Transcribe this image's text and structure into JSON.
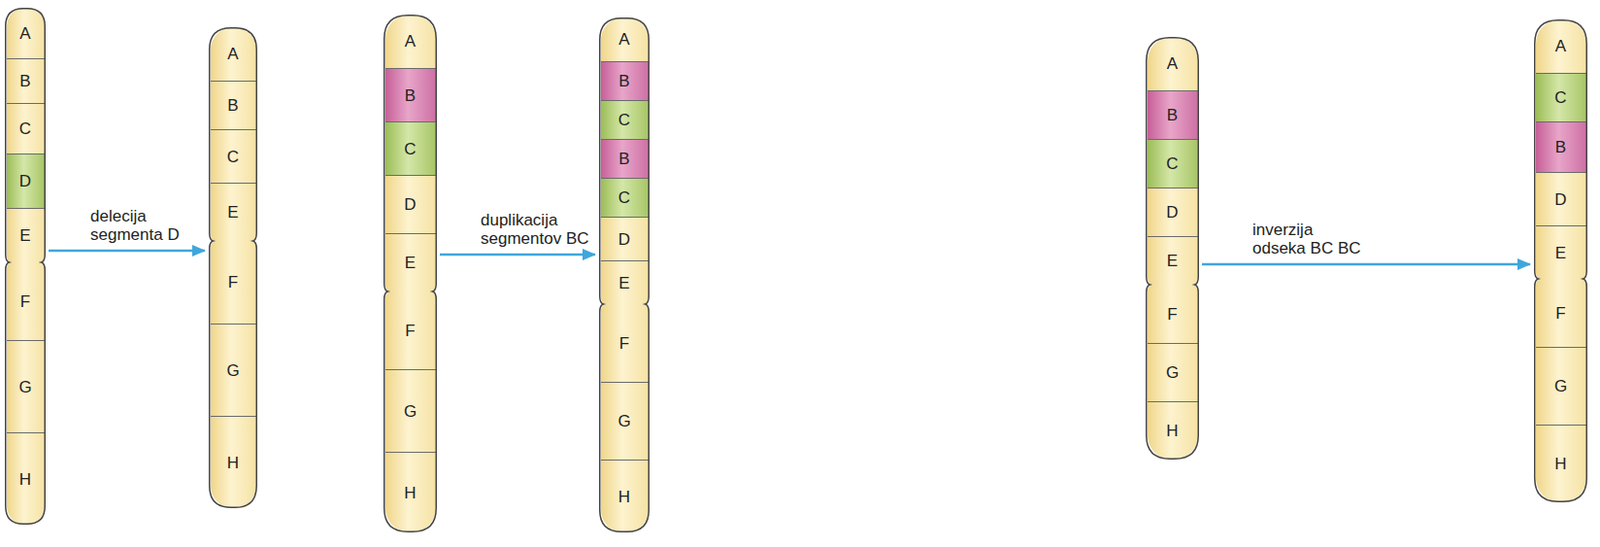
{
  "diagram": {
    "nodes": [
      {
        "text": []
      },
      {
        "text": [
          "A"
        ],
        "in": 0
      },
      {
        "text": [
          "B"
        ],
        "in": 0
      },
      {
        "text": [
          "C"
        ],
        "in": 0
      },
      {
        "text": [
          "D"
        ],
        "in": 0
      },
      {
        "text": [
          "E"
        ],
        "in": 0
      },
      {
        "text": [
          "F"
        ],
        "in": 0
      },
      {
        "text": [
          "G"
        ],
        "in": 0
      },
      {
        "text": [
          "H"
        ],
        "in": 0
      },
      {
        "text": []
      },
      {
        "text": [
          "A"
        ],
        "in": 9
      },
      {
        "text": [
          "B"
        ],
        "in": 9
      },
      {
        "text": [
          "C"
        ],
        "in": 9
      },
      {
        "text": [
          "E"
        ],
        "in": 9
      },
      {
        "text": [
          "F"
        ],
        "in": 9
      },
      {
        "text": [
          "G"
        ],
        "in": 9
      },
      {
        "text": [
          "H"
        ],
        "in": 9
      },
      {
        "text": []
      },
      {
        "text": [
          "A"
        ],
        "in": 17
      },
      {
        "text": [
          "B"
        ],
        "in": 17
      },
      {
        "text": [
          "C"
        ],
        "in": 17
      },
      {
        "text": [
          "D"
        ],
        "in": 17
      },
      {
        "text": [
          "E"
        ],
        "in": 17
      },
      {
        "text": [
          "F"
        ],
        "in": 17
      },
      {
        "text": [
          "G"
        ],
        "in": 17
      },
      {
        "text": [
          "H"
        ],
        "in": 17
      },
      {
        "text": []
      },
      {
        "text": [
          "A"
        ],
        "in": 26
      },
      {
        "text": [
          "B"
        ],
        "in": 26
      },
      {
        "text": [
          "C"
        ],
        "in": 26
      },
      {
        "text": [
          "B"
        ],
        "in": 26
      },
      {
        "text": [
          "C"
        ],
        "in": 26
      },
      {
        "text": [
          "D"
        ],
        "in": 26
      },
      {
        "text": [
          "E"
        ],
        "in": 26
      },
      {
        "text": [
          "F"
        ],
        "in": 26
      },
      {
        "text": [
          "G"
        ],
        "in": 26
      },
      {
        "text": [
          "H"
        ],
        "in": 26
      },
      {
        "text": []
      },
      {
        "text": [
          "A"
        ],
        "in": 37
      },
      {
        "text": [
          "B"
        ],
        "in": 37
      },
      {
        "text": [
          "C"
        ],
        "in": 37
      },
      {
        "text": [
          "D"
        ],
        "in": 37
      },
      {
        "text": [
          "E"
        ],
        "in": 37
      },
      {
        "text": [
          "F"
        ],
        "in": 37
      },
      {
        "text": [
          "G"
        ],
        "in": 37
      },
      {
        "text": [
          "H"
        ],
        "in": 37
      },
      {
        "text": []
      },
      {
        "text": [
          "A"
        ],
        "in": 46
      },
      {
        "text": [
          "C"
        ],
        "in": 46
      },
      {
        "text": [
          "B"
        ],
        "in": 46
      },
      {
        "text": [
          "D"
        ],
        "in": 46
      },
      {
        "text": [
          "E"
        ],
        "in": 46
      },
      {
        "text": [
          "F"
        ],
        "in": 46
      },
      {
        "text": [
          "G"
        ],
        "in": 46
      },
      {
        "text": [
          "H"
        ],
        "in": 46
      }
    ],
    "edges": [
      {
        "from": 0,
        "to": 9,
        "arrow": "to",
        "label": "delecija segmenta D"
      },
      {
        "from": 17,
        "to": 26,
        "arrow": "to",
        "label": "duplikacija segmentov BC"
      },
      {
        "from": 37,
        "to": 46,
        "arrow": "to",
        "label": "inverzija odseka BC BC"
      }
    ]
  }
}
